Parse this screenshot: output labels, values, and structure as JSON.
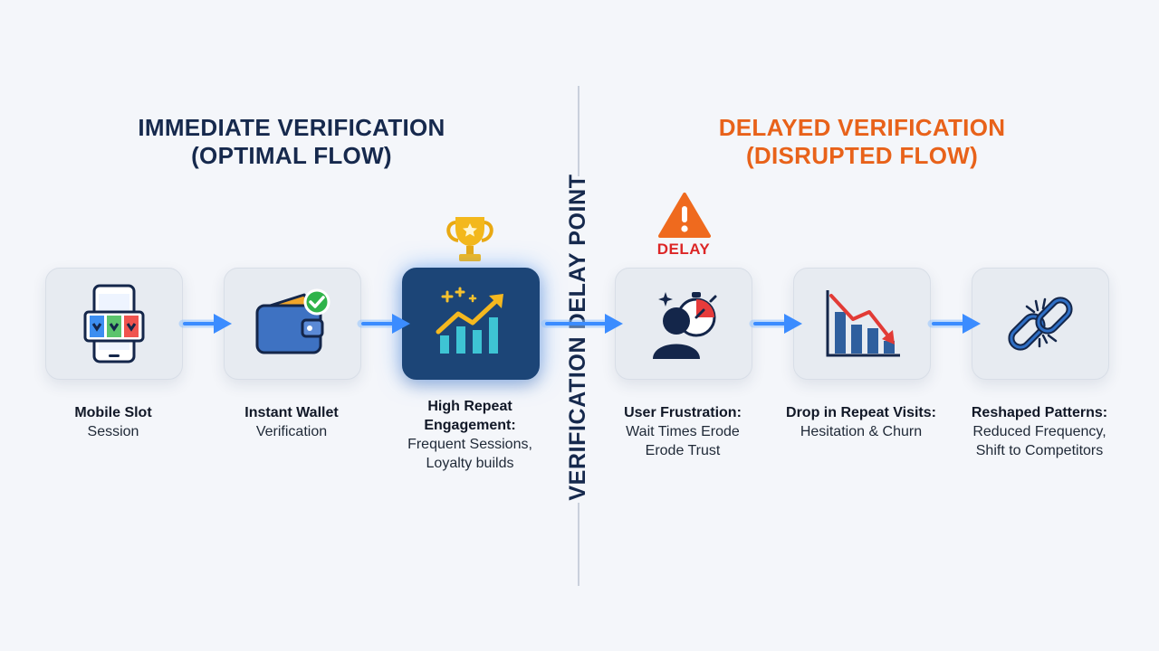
{
  "left": {
    "title_line1": "IMMEDIATE VERIFICATION",
    "title_line2": "(OPTIMAL FLOW)"
  },
  "right": {
    "title_line1": "DELAYED VERIFICATION",
    "title_line2": "(DISRUPTED FLOW)"
  },
  "divider": {
    "label": "VERIFICATION DELAY POINT"
  },
  "delay_badge": "DELAY",
  "steps": [
    {
      "icon": "slot-machine-phone-icon",
      "title": "Mobile Slot",
      "lines": [
        "Session"
      ]
    },
    {
      "icon": "wallet-check-icon",
      "title": "Instant Wallet",
      "lines": [
        "Verification"
      ]
    },
    {
      "icon": "growth-chart-icon",
      "title": "High Repeat",
      "title2": "Engagement:",
      "lines": [
        "Frequent Sessions,",
        "Loyalty builds"
      ]
    },
    {
      "icon": "frustrated-user-timer-icon",
      "title": "User Frustration:",
      "lines": [
        "Wait Times Erode",
        "Erode Trust"
      ]
    },
    {
      "icon": "declining-chart-icon",
      "title": "Drop in Repeat Visits:",
      "lines": [
        "Hesitation & Churn"
      ]
    },
    {
      "icon": "broken-link-icon",
      "title": "Reshaped Patterns:",
      "lines": [
        "Reduced Frequency,",
        "Shift to Competitors"
      ]
    }
  ],
  "colors": {
    "navy": "#16294d",
    "orange": "#e8621a",
    "red": "#dc2626",
    "accent_blue": "#3b8cff",
    "highlight_card": "#1c4577"
  }
}
